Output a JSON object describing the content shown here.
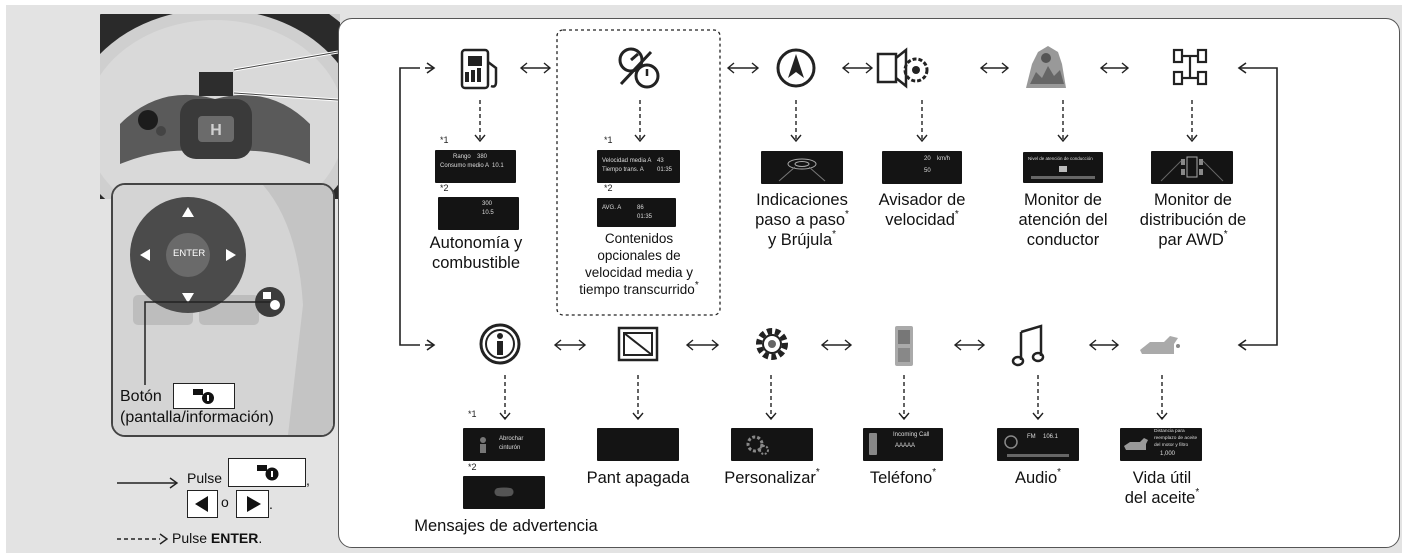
{
  "panel_items": [
    {
      "id": "autonomia",
      "lines": [
        "Autonomía y",
        "combustible"
      ],
      "asterisk": false
    },
    {
      "id": "contenidos",
      "lines": [
        "Contenidos",
        "opcionales de",
        "velocidad media y",
        "tiempo transcurrido"
      ],
      "asterisk": true
    },
    {
      "id": "indicaciones",
      "lines": [
        "Indicaciones",
        "paso a paso",
        "y Brújula"
      ],
      "asterisk": true
    },
    {
      "id": "avisador",
      "lines": [
        "Avisador de",
        "velocidad"
      ],
      "asterisk": true
    },
    {
      "id": "monitor-atencion",
      "lines": [
        "Monitor de",
        "atención del",
        "conductor"
      ],
      "asterisk": false
    },
    {
      "id": "monitor-awd",
      "lines": [
        "Monitor de",
        "distribución de",
        "par AWD"
      ],
      "asterisk": true
    },
    {
      "id": "mensajes",
      "lines": [
        "Mensajes de advertencia"
      ],
      "asterisk": false
    },
    {
      "id": "pant-apagada",
      "lines": [
        "Pant apagada"
      ],
      "asterisk": false
    },
    {
      "id": "personalizar",
      "lines": [
        "Personalizar"
      ],
      "asterisk": true
    },
    {
      "id": "telefono",
      "lines": [
        "Teléfono"
      ],
      "asterisk": true
    },
    {
      "id": "audio",
      "lines": [
        "Audio"
      ],
      "asterisk": true
    },
    {
      "id": "vida-util",
      "lines": [
        "Vida útil",
        "del aceite"
      ],
      "asterisk": true
    }
  ],
  "asterisk_mark": "*",
  "notes": {
    "n1": "*1",
    "n2": "*2"
  },
  "steering": {
    "enter_label": "ENTER",
    "button_label": "Botón",
    "button_sub": "(pantalla/información)"
  },
  "legend": {
    "pulse": "Pulse",
    "comma": ",",
    "o": "o",
    "dot": ".",
    "enter_prefix": "Pulse ",
    "enter_bold": "ENTER",
    "enter_suffix": "."
  },
  "screens": {
    "range_label": "Rango",
    "range_val": "380",
    "consumo_label": "Consumo medio A",
    "consumo_val": "10.1",
    "range2_val": "300",
    "consumo2_val": "10.5",
    "vel_label": "Velocidad media A",
    "vel_val": "43",
    "tiempo_label": "Tiempo trans. A",
    "tiempo_val": "01:35",
    "avg_a": "AVG. A",
    "avg_val": "86",
    "tiempo2_val": "01:35",
    "speed1": "20",
    "speed2": "50",
    "unit": "km/h",
    "atencion": "Nivel de atención de conducción",
    "abrochar1": "Abrochar",
    "abrochar2": "cinturón",
    "incoming": "Incoming Call",
    "caller": "AAAAA",
    "fm": "FM",
    "freq": "106.1",
    "oil1": "Distancia para",
    "oil2": "reemplazo de aceite",
    "oil3": "del motor y filtro",
    "oil_val": "1,000"
  },
  "colors": {
    "panel_border": "#555555",
    "background": "#e3e3e3",
    "arrow": "#222222",
    "screen": "#141414"
  }
}
